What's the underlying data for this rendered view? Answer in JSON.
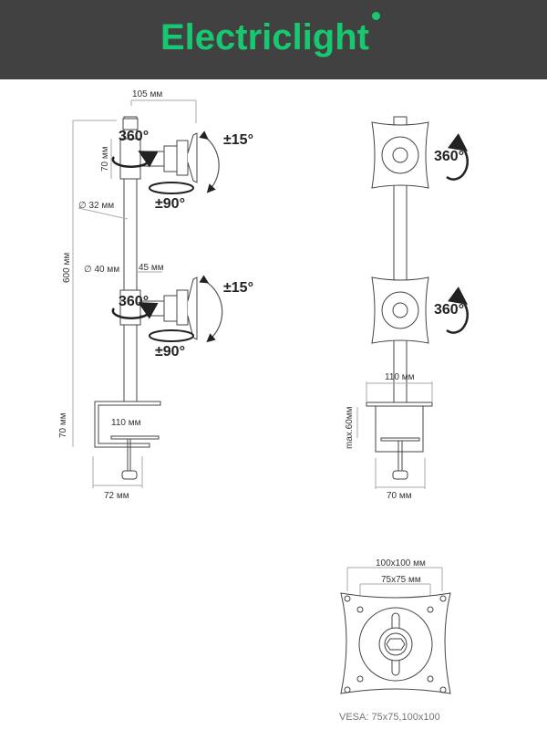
{
  "header": {
    "brand": "Electriclight",
    "brand_color": "#18c870",
    "background": "#414141"
  },
  "side_view": {
    "arm_width": "105 мм",
    "head_height": "70 мм",
    "pole_diameter": "∅ 32 мм",
    "total_height": "600 мм",
    "clamp_diameter": "∅ 40 мм",
    "lower_arm": "45 мм",
    "rotate_top": "360°",
    "tilt_top": "±15°",
    "swivel_top": "±90°",
    "rotate_bottom": "360°",
    "tilt_bottom": "±15°",
    "swivel_bottom": "±90°",
    "clamp_height": "70 мм",
    "clamp_depth": "110 мм",
    "clamp_base": "72 мм"
  },
  "front_view": {
    "rotate_top": "360°",
    "rotate_bottom": "360°",
    "clamp_width": "110 мм",
    "max_thickness": "max.60мм",
    "clamp_base": "70 мм"
  },
  "vesa_plate": {
    "outer": "100x100 мм",
    "inner": "75x75 мм",
    "caption": "VESA: 75x75,100x100"
  }
}
